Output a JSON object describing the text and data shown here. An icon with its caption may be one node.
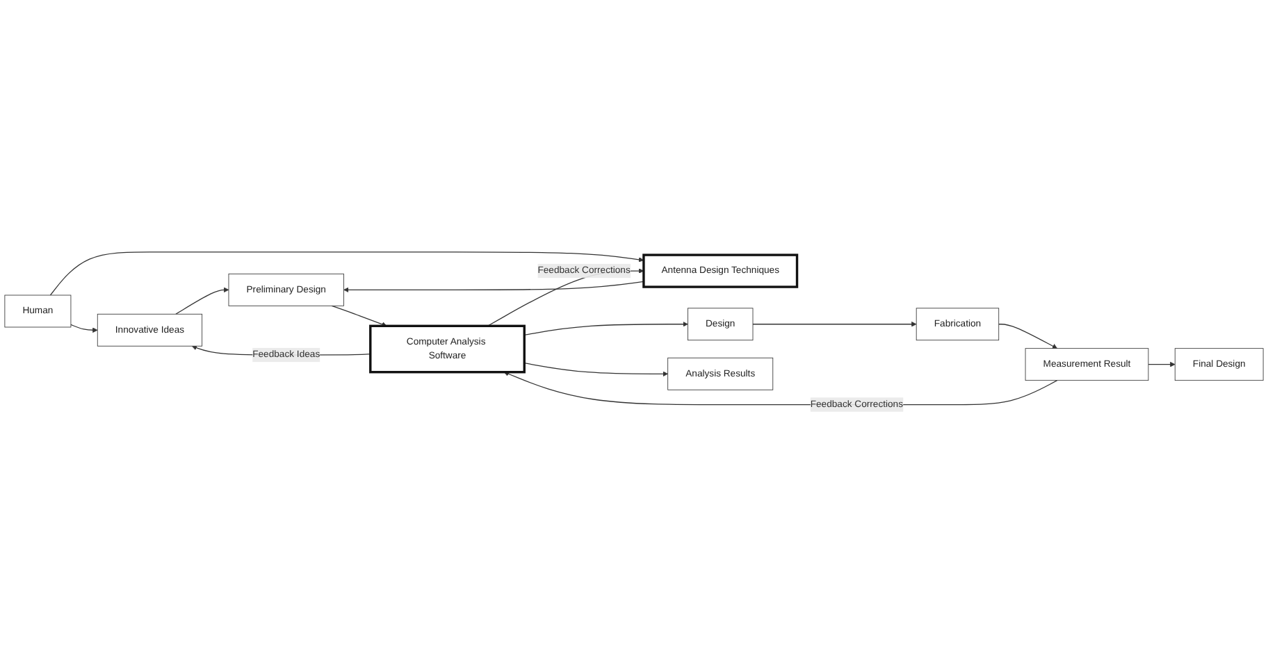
{
  "diagram": {
    "nodes": [
      {
        "text": [
          "Human"
        ]
      },
      {
        "text": [
          "Innovative Ideas"
        ]
      },
      {
        "text": [
          "Antenna Design Techniques"
        ]
      },
      {
        "text": [
          "Preliminary Design"
        ]
      },
      {
        "text": [
          "Computer Analysis Software"
        ]
      },
      {
        "text": [
          "Design"
        ]
      },
      {
        "text": [
          "Fabrication"
        ]
      },
      {
        "text": [
          "Analysis Results"
        ]
      },
      {
        "text": [
          "Measurement Result"
        ]
      },
      {
        "text": [
          "Final Design"
        ]
      }
    ],
    "edges": [
      {
        "from": 0,
        "to": 1,
        "arrow": "to"
      },
      {
        "from": 0,
        "to": 2,
        "arrow": "to"
      },
      {
        "from": 1,
        "to": 3,
        "arrow": "to"
      },
      {
        "from": 2,
        "to": 3,
        "arrow": "to"
      },
      {
        "from": 3,
        "to": 4,
        "arrow": "to"
      },
      {
        "from": 4,
        "to": 1,
        "arrow": "to",
        "label": "Feedback Ideas"
      },
      {
        "from": 4,
        "to": 2,
        "arrow": "to",
        "label": "Feedback Corrections"
      },
      {
        "from": 4,
        "to": 5,
        "arrow": "to"
      },
      {
        "from": 4,
        "to": 7,
        "arrow": "to"
      },
      {
        "from": 5,
        "to": 6,
        "arrow": "to"
      },
      {
        "from": 6,
        "to": 8,
        "arrow": "to"
      },
      {
        "from": 8,
        "to": 4,
        "arrow": "to",
        "label": "Feedback Corrections"
      },
      {
        "from": 8,
        "to": 9,
        "arrow": "to"
      }
    ]
  }
}
